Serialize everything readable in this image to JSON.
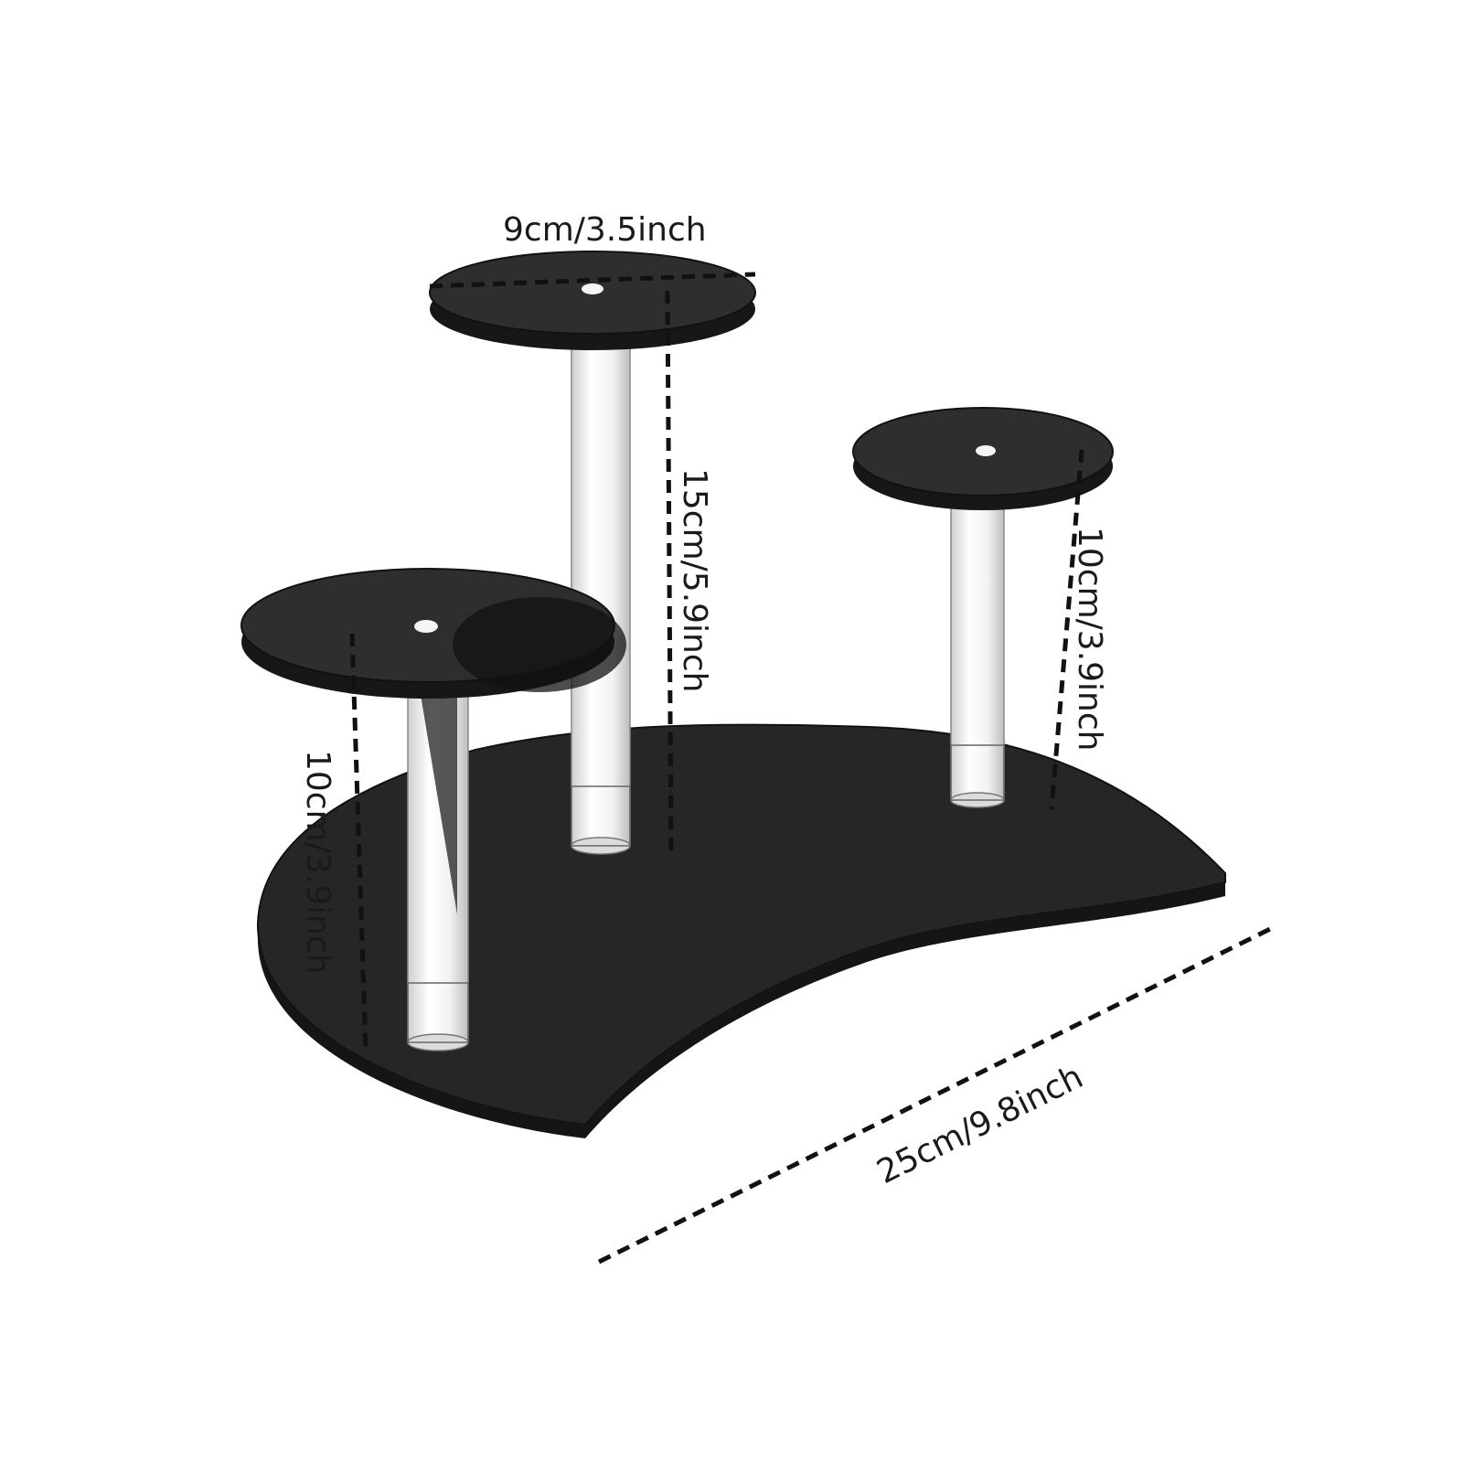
{
  "product": {
    "colors": {
      "acrylic_black": "#2b2b2b",
      "acrylic_edge": "#1c1c1c",
      "clear_rod": "#e9e9e9",
      "background": "#ffffff"
    }
  },
  "dimensions": {
    "top_plate_diameter": "9cm/3.5inch",
    "tall_rod_height": "15cm/5.9inch",
    "right_rod_height": "10cm/3.9inch",
    "left_rod_height": "10cm/3.9inch",
    "base_width": "25cm/9.8inch"
  }
}
